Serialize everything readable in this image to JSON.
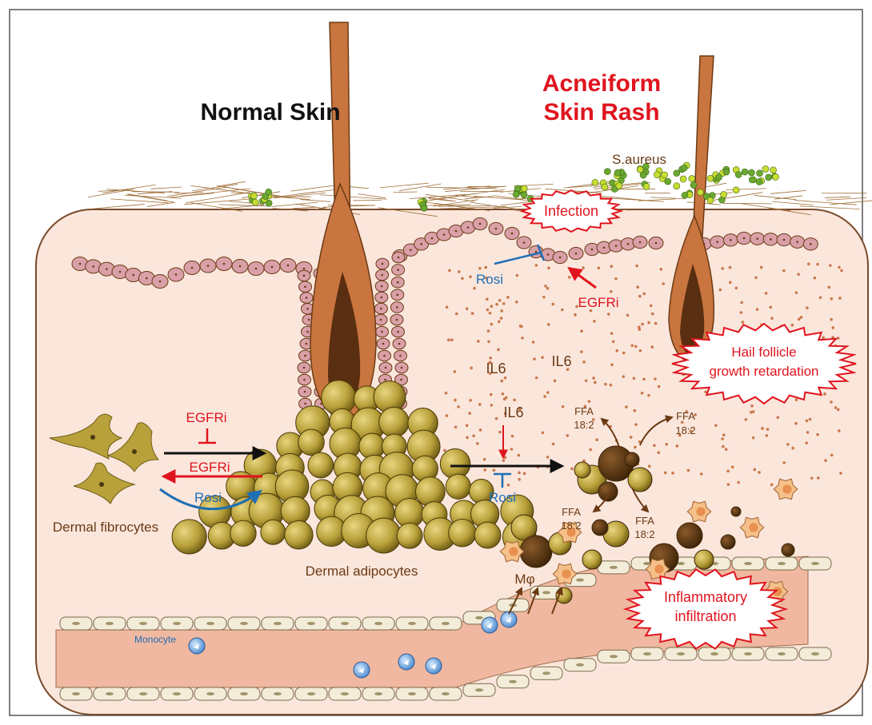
{
  "titles": {
    "normal": "Normal Skin",
    "rash_line1": "Acneiform",
    "rash_line2": "Skin Rash"
  },
  "labels": {
    "s_aureus": "S.aureus",
    "infection": "Infection",
    "rosi_top": "Rosi",
    "egfri_top": "EGFRi",
    "il6_a": "IL6",
    "il6_b": "IL6",
    "il6_c": "IL6",
    "hair_retard_line1": "Hail follicle",
    "hair_retard_line2": "growth retardation",
    "egfri_inhibit": "EGFRi",
    "egfri_arrow": "EGFRi",
    "rosi_left": "Rosi",
    "rosi_mid": "Rosi",
    "ffa_a": "FFA",
    "ffa_a2": "18:2",
    "ffa_b": "FFA",
    "ffa_b2": "18:2",
    "ffa_c": "FFA",
    "ffa_c2": "18:2",
    "ffa_d": "FFA",
    "ffa_d2": "18:2",
    "dermal_fibrocytes": "Dermal fibrocytes",
    "dermal_adipocytes": "Dermal adipocytes",
    "inflam_line1": "Inflammatory",
    "inflam_line2": "infiltration",
    "macrophage": "Mφ",
    "monocyte": "Monocyte"
  },
  "colors": {
    "red": "#e0141e",
    "blue": "#1f6fb5",
    "brown_text": "#6b3a14",
    "skin": "#fbe6dc",
    "hair": "#c9753f",
    "cell": "#d9a0a8",
    "fat": "#b8a03a",
    "vessel": "#f0b8a0"
  }
}
